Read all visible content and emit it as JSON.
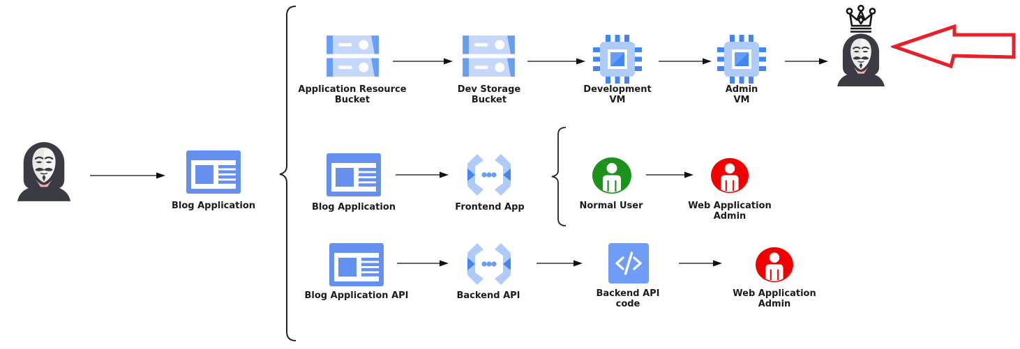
{
  "diagram": {
    "description": "attack path diagram",
    "entry": {
      "label": "Blog Application",
      "icon": "web-app-icon"
    },
    "attacker": {
      "icon": "hacker-icon"
    },
    "goal": {
      "icon": "crowned-hacker-icon",
      "annotation": "red-arrow-pointing-left"
    },
    "nodes": {
      "entry": "Blog Application",
      "row1": [
        "Application Resource Bucket",
        "Dev Storage Bucket",
        "Development VM",
        "Admin VM"
      ],
      "row2": [
        "Blog Application",
        "Frontend App",
        "Normal User",
        "Web Application Admin"
      ],
      "row3": [
        "Blog Application API",
        "Backend API",
        "Backend API code",
        "Web Application Admin"
      ]
    },
    "icons": {
      "row1": [
        "storage-bucket",
        "storage-bucket",
        "compute-vm",
        "compute-vm",
        "crowned-hacker"
      ],
      "row2": [
        "web-app",
        "cloud-functions",
        "normal-user",
        "admin-user"
      ],
      "row3": [
        "web-app",
        "cloud-functions",
        "code",
        "admin-user"
      ]
    },
    "colors": {
      "gcp_light_blue": "#C5D8FB",
      "gcp_pale_blue": "#AECBFA",
      "gcp_mid_blue": "#669DF6",
      "gcp_blue": "#4285F4",
      "webapp_blue": "#6590F0",
      "code_blue": "#6E9CF6",
      "normal_user_green": "#1C911C",
      "admin_user_red": "#F20000",
      "annotation_red": "#E8202A",
      "hood_dark": "#3B3B44",
      "collar_pink": "#F2AEAC",
      "line_black": "#222222",
      "label_text": "#1b1b1b"
    }
  }
}
